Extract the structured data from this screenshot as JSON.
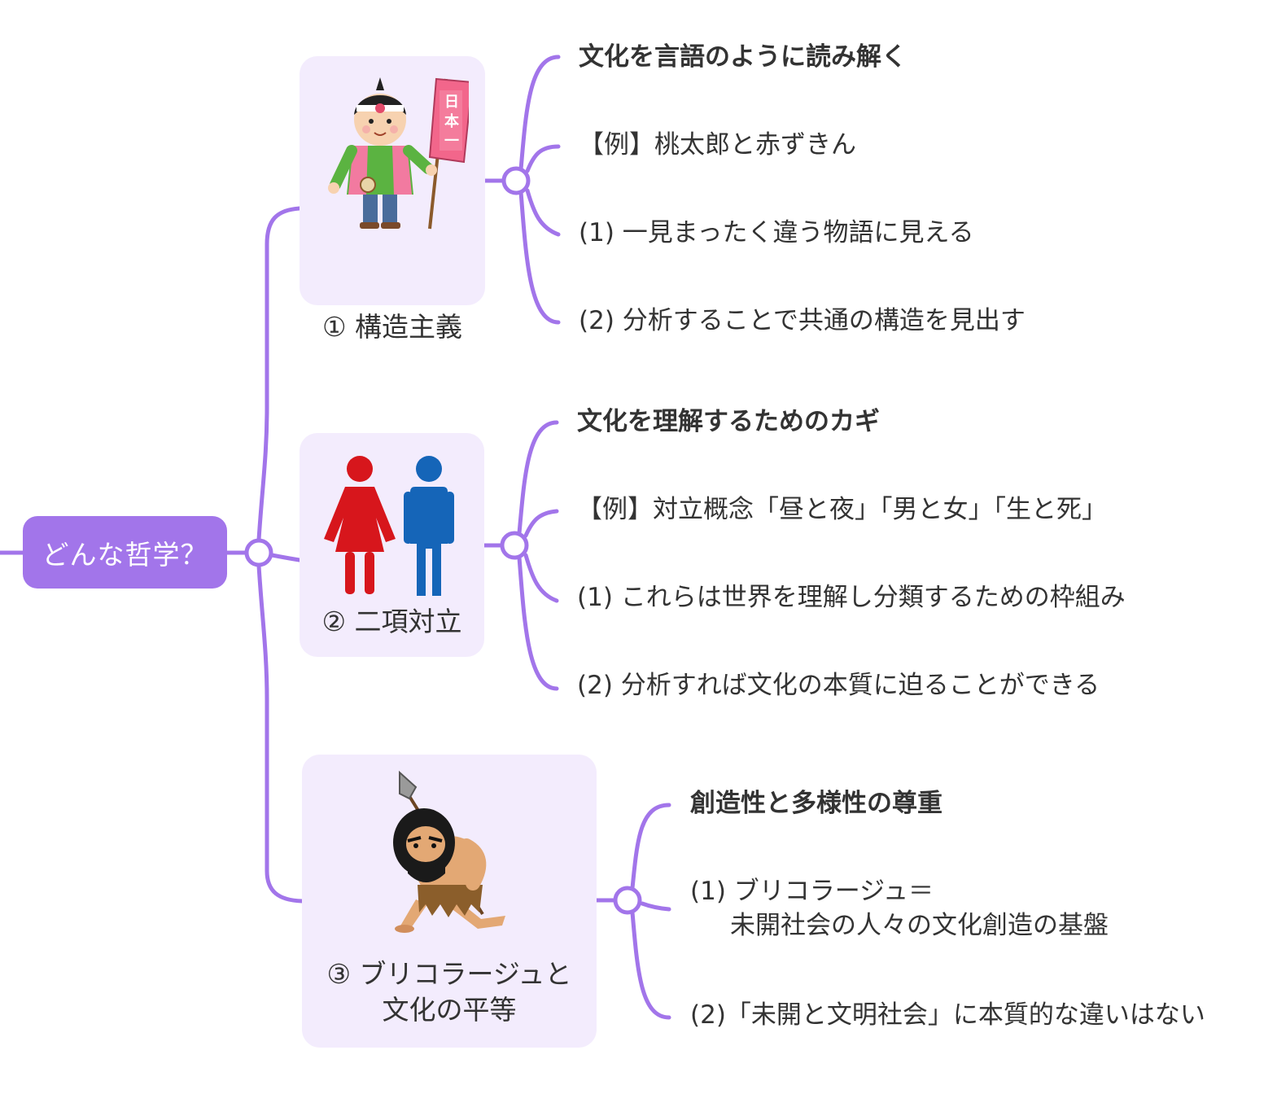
{
  "root": {
    "label": "どんな哲学？"
  },
  "colors": {
    "accent": "#a275ea",
    "topic_bg": "#f3ecfd",
    "text": "#333333"
  },
  "topics": [
    {
      "label": "① 構造主義",
      "icon": "momotaro-illustration",
      "flag_text": "日本一",
      "leaves": [
        {
          "text": "文化を言語のように読み解く",
          "bold": true
        },
        {
          "text": "【例】桃太郎と赤ずきん"
        },
        {
          "text": "(1) 一見まったく違う物語に見える"
        },
        {
          "text": "(2) 分析することで共通の構造を見出す"
        }
      ]
    },
    {
      "label": "② 二項対立",
      "icon": "man-woman-restroom-icon",
      "leaves": [
        {
          "text": "文化を理解するためのカギ",
          "bold": true
        },
        {
          "text": "【例】対立概念「昼と夜」「男と女」「生と死」"
        },
        {
          "text": "(1) これらは世界を理解し分類するための枠組み"
        },
        {
          "text": "(2) 分析すれば文化の本質に迫ることができる"
        }
      ]
    },
    {
      "label_line1": "③ ブリコラージュと",
      "label_line2": "文化の平等",
      "icon": "caveman-hunter-illustration",
      "leaves": [
        {
          "text": "創造性と多様性の尊重",
          "bold": true
        },
        {
          "line1": "(1) ブリコラージュ＝",
          "line2": "未開社会の人々の文化創造の基盤"
        },
        {
          "text": "(2)「未開と文明社会」に本質的な違いはない"
        }
      ]
    }
  ]
}
